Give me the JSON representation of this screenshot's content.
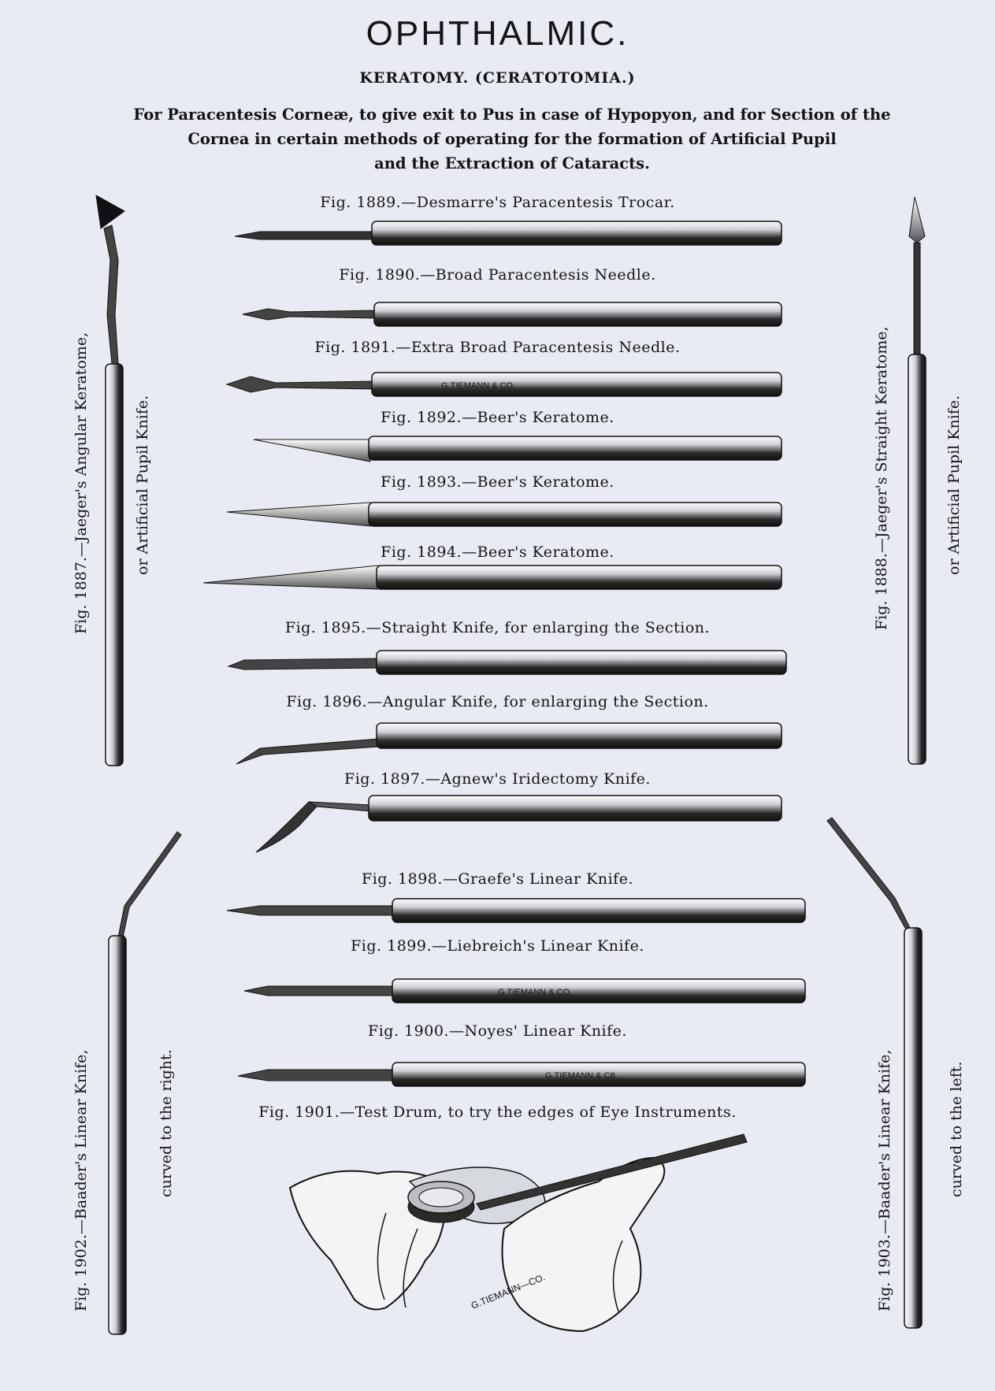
{
  "header": {
    "title": "OPHTHALMIC.",
    "subtitle": "KERATOMY. (CERATOTOMIA.)",
    "intro_lines": [
      "For Paracentesis Corneæ, to give exit to Pus in case of Hypopyon, and for Section of the",
      "Cornea in certain methods of operating for the formation of Artificial Pupil",
      "and the Extraction of Cataracts."
    ]
  },
  "figures": [
    {
      "caption": "Fig. 1889.—Desmarre's Paracentesis Trocar."
    },
    {
      "caption": "Fig. 1890.—Broad Paracentesis Needle."
    },
    {
      "caption": "Fig. 1891.—Extra Broad Paracentesis Needle.",
      "stamp": "G.TIEMANN & CO."
    },
    {
      "caption": "Fig. 1892.—Beer's Keratome."
    },
    {
      "caption": "Fig. 1893.—Beer's Keratome."
    },
    {
      "caption": "Fig. 1894.—Beer's Keratome."
    },
    {
      "caption": "Fig. 1895.—Straight Knife, for enlarging the Section."
    },
    {
      "caption": "Fig. 1896.—Angular Knife, for enlarging the Section."
    },
    {
      "caption": "Fig. 1897.—Agnew's Iridectomy Knife."
    },
    {
      "caption": "Fig. 1898.—Graefe's Linear Knife."
    },
    {
      "caption": "Fig. 1899.—Liebreich's Linear Knife.",
      "stamp": "G.TIEMANN & CO."
    },
    {
      "caption": "Fig. 1900.—Noyes' Linear Knife.",
      "stamp": "G.TIEMANN & C8."
    },
    {
      "caption": "Fig. 1901.—Test Drum, to try the edges of Eye Instruments.",
      "stamp": "G.TIEMANN—CO."
    }
  ],
  "side_labels": {
    "fig1887": {
      "line1": "Fig. 1887.—Jaeger's Angular Keratome,",
      "line2": "or Artificial Pupil Knife."
    },
    "fig1888": {
      "line1": "Fig. 1888.—Jaeger's Straight Keratome,",
      "line2": "or Artificial Pupil Knife."
    },
    "fig1902": {
      "line1": "Fig. 1902.—Baader's Linear Knife,",
      "line2": "curved to the right."
    },
    "fig1903": {
      "line1": "Fig. 1903.—Baader's Linear Knife,",
      "line2": "curved to the left."
    }
  },
  "colors": {
    "paper": "#e9ebf4",
    "ink": "#141414"
  }
}
